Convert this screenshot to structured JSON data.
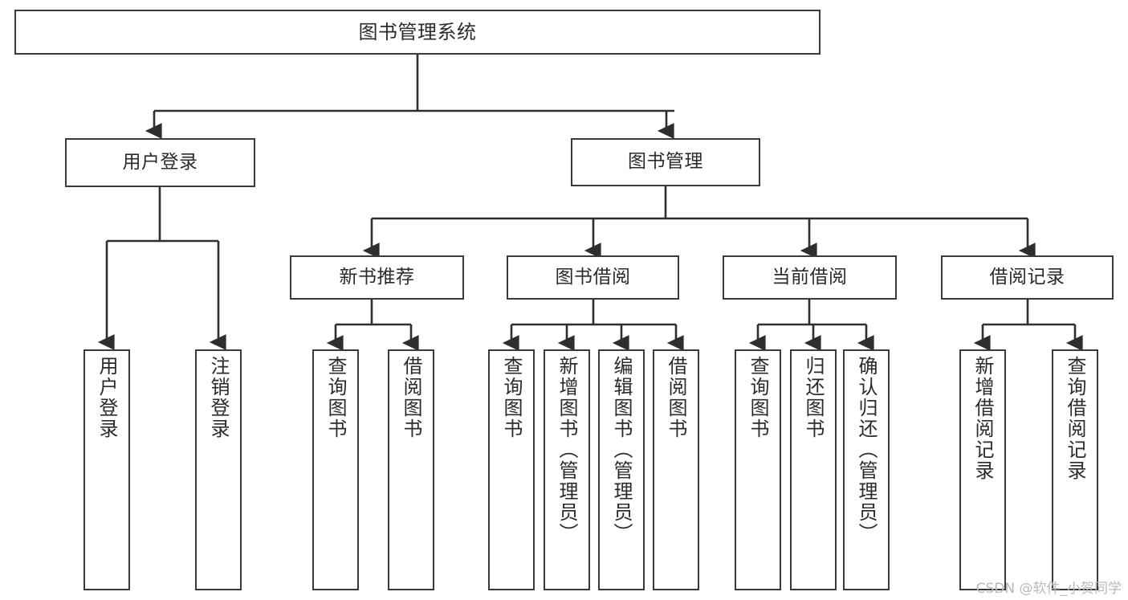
{
  "diagram": {
    "type": "tree-hierarchy",
    "title_node": {
      "label": "图书管理系统"
    },
    "level2": [
      {
        "label": "用户登录"
      },
      {
        "label": "图书管理"
      }
    ],
    "level3": [
      {
        "label": "新书推荐"
      },
      {
        "label": "图书借阅"
      },
      {
        "label": "当前借阅"
      },
      {
        "label": "借阅记录"
      }
    ],
    "leaves": {
      "user_login": [
        {
          "label": "用户登录"
        },
        {
          "label": "注销登录"
        }
      ],
      "new_book_recommend": [
        {
          "label": "查询图书"
        },
        {
          "label": "借阅图书"
        }
      ],
      "book_borrow": [
        {
          "label": "查询图书"
        },
        {
          "label": "新增图书（管理员）"
        },
        {
          "label": "编辑图书（管理员）"
        },
        {
          "label": "借阅图书"
        }
      ],
      "current_borrow": [
        {
          "label": "查询图书"
        },
        {
          "label": "归还图书"
        },
        {
          "label": "确认归还（管理员）"
        }
      ],
      "borrow_record": [
        {
          "label": "新增借阅记录"
        },
        {
          "label": "查询借阅记录"
        }
      ]
    }
  },
  "watermark": {
    "text": "CSDN @软件_小贺同学"
  },
  "colors": {
    "stroke": "#3a3a3a",
    "fill": "#ffffff",
    "text": "#2b2b2b",
    "watermark": "#b9b9b9"
  }
}
